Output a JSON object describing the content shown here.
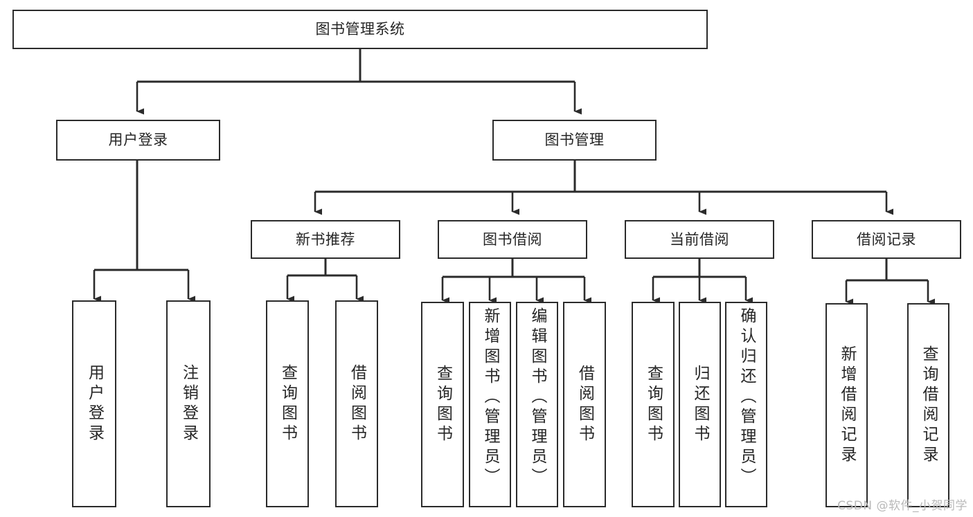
{
  "diagram": {
    "title": "图书管理系统",
    "type": "tree-hierarchy-chart",
    "theme": {
      "background": "#ffffff",
      "node_border": "#2b2b2b",
      "node_fill": "#ffffff",
      "text": "#262626",
      "edge": "#2b2b2b",
      "watermark": "#b9b9b9"
    },
    "root": {
      "label": "图书管理系统"
    },
    "level2": [
      {
        "label": "用户登录"
      },
      {
        "label": "图书管理"
      }
    ],
    "level3": [
      {
        "label": "新书推荐"
      },
      {
        "label": "图书借阅"
      },
      {
        "label": "当前借阅"
      },
      {
        "label": "借阅记录"
      }
    ],
    "leaves": {
      "user_login": [
        {
          "label": "用户登录"
        },
        {
          "label": "注销登录"
        }
      ],
      "new_book_recommend": [
        {
          "label": "查询图书"
        },
        {
          "label": "借阅图书"
        }
      ],
      "book_borrow": [
        {
          "label": "查询图书"
        },
        {
          "label": "新增图书（管理员）"
        },
        {
          "label": "编辑图书（管理员）"
        },
        {
          "label": "借阅图书"
        }
      ],
      "current_borrow": [
        {
          "label": "查询图书"
        },
        {
          "label": "归还图书"
        },
        {
          "label": "确认归还（管理员）"
        }
      ],
      "borrow_record": [
        {
          "label": "新增借阅记录"
        },
        {
          "label": "查询借阅记录"
        }
      ]
    }
  },
  "watermark": {
    "text": "CSDN @软件_小贺同学"
  }
}
